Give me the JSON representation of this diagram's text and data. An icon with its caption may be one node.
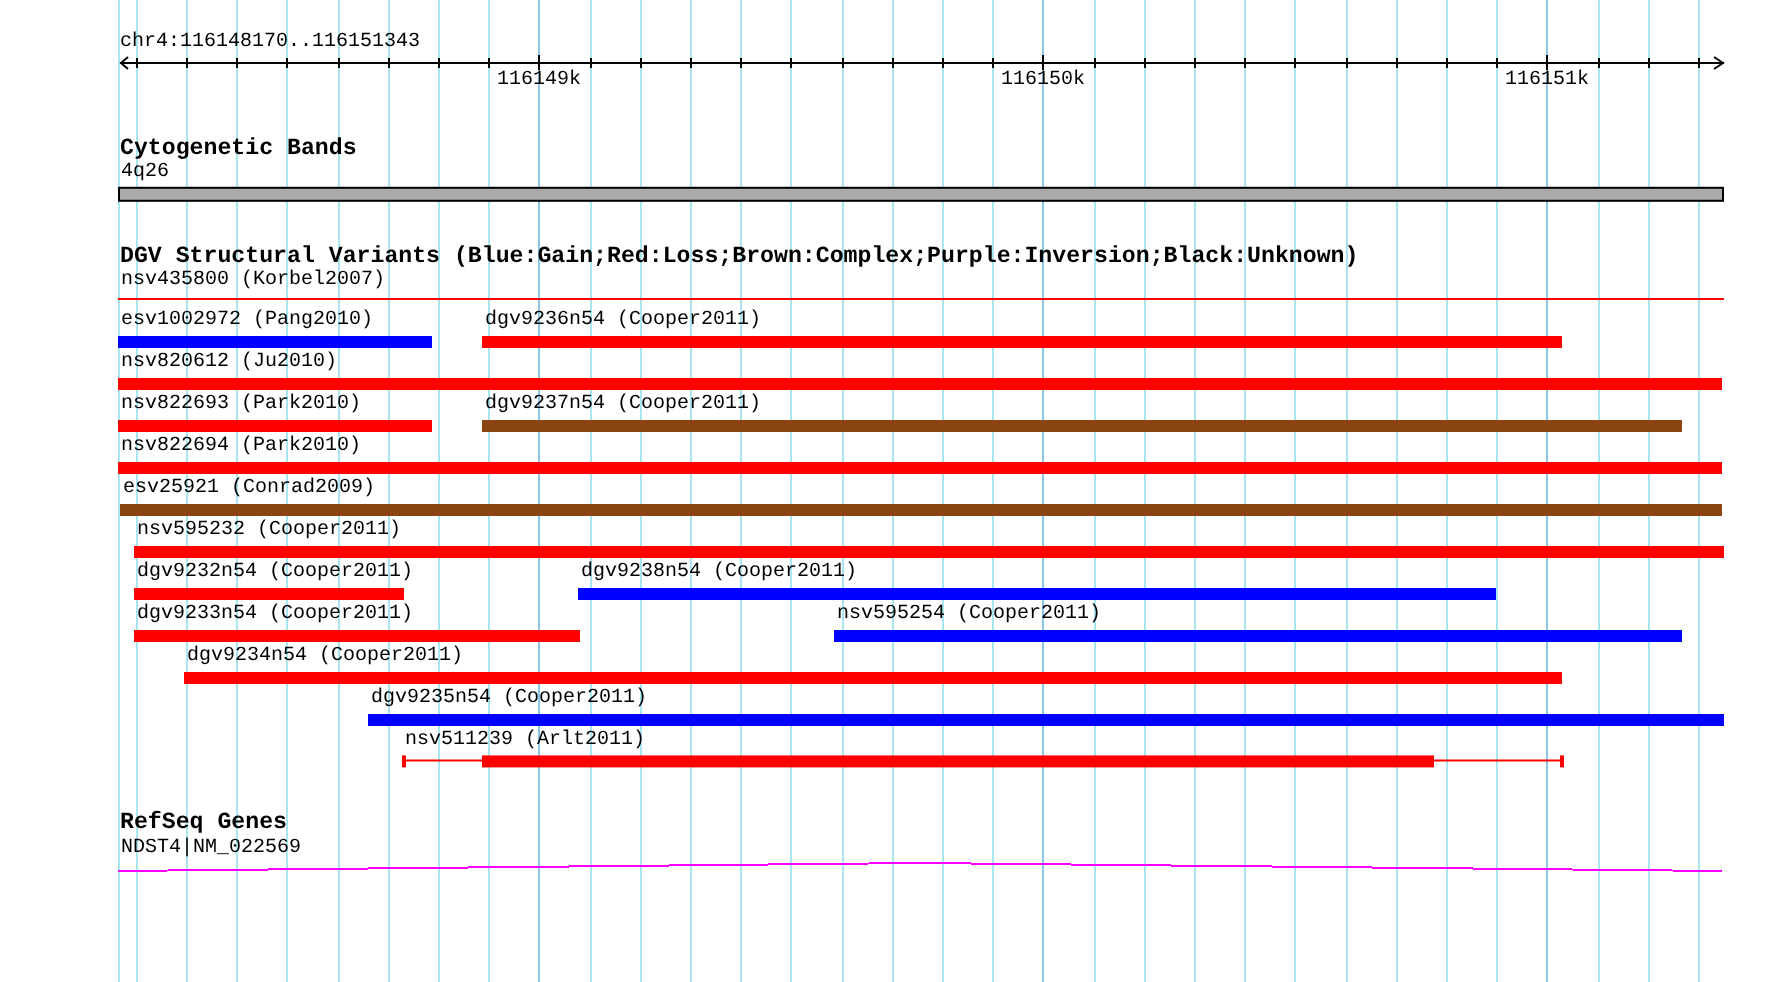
{
  "diagram": {
    "title": "chr4:116148170..116151343",
    "nodes": [
      {
        "text": [
          "4q26"
        ]
      },
      {
        "text": [
          "nsv435800 (Korbel2007)"
        ]
      },
      {
        "text": [
          "esv1002972 (Pang2010)"
        ]
      },
      {
        "text": [
          "dgv9236n54 (Cooper2011)"
        ]
      },
      {
        "text": [
          "nsv820612 (Ju2010)"
        ]
      },
      {
        "text": [
          "nsv822693 (Park2010)"
        ]
      },
      {
        "text": [
          "dgv9237n54 (Cooper2011)"
        ]
      },
      {
        "text": [
          "nsv822694 (Park2010)"
        ]
      },
      {
        "text": [
          "esv25921 (Conrad2009)"
        ]
      },
      {
        "text": [
          "nsv595232 (Cooper2011)"
        ]
      },
      {
        "text": [
          "dgv9232n54 (Cooper2011)"
        ]
      },
      {
        "text": [
          "dgv9238n54 (Cooper2011)"
        ]
      },
      {
        "text": [
          "dgv9233n54 (Cooper2011)"
        ]
      },
      {
        "text": [
          "nsv595254 (Cooper2011)"
        ]
      },
      {
        "text": [
          "dgv9234n54 (Cooper2011)"
        ]
      },
      {
        "text": [
          "dgv9235n54 (Cooper2011)"
        ]
      },
      {
        "text": [
          "nsv511239 (Arlt2011)"
        ]
      },
      {
        "text": [
          "NDST4|NM_022569"
        ]
      }
    ],
    "labels": [
      "116149k",
      "116150k",
      "116151k",
      "Cytogenetic Bands",
      "DGV Structural Variants (Blue:Gain;Red:Loss;Brown:Complex;Purple:Inversion;Black:Unknown)",
      "RefSeq Genes"
    ]
  }
}
